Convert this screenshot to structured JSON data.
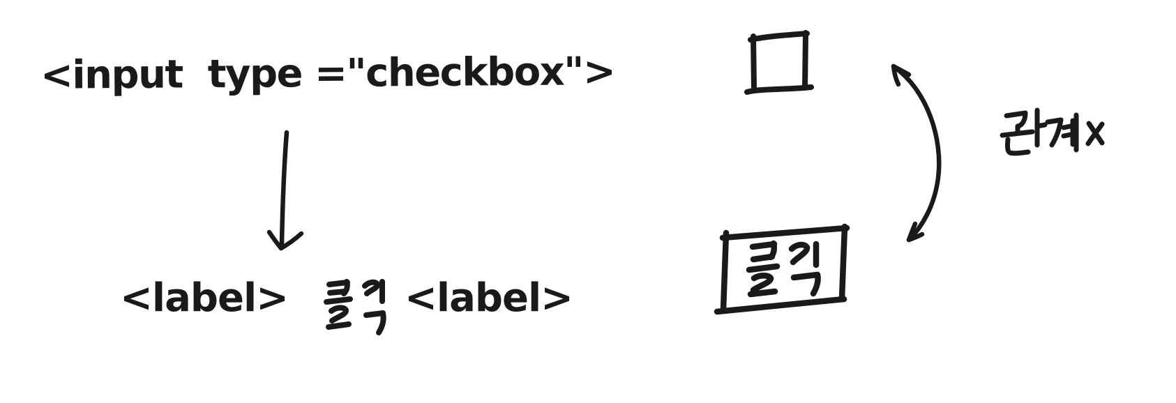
{
  "canvas": {
    "background": "#ffffff",
    "ink": "#1a1a1a"
  },
  "left_diagram": {
    "input_tag_code": "<input  type =\"checkbox\">",
    "down_arrow_icon": "arrow-down",
    "label_tag": {
      "before": "<label>",
      "korean": "클릭",
      "after": "<label>",
      "full_line": "<label> 클릭 <label>"
    }
  },
  "right_diagram": {
    "checkbox_shape": "empty-checkbox-square",
    "relation_arrow_icon": "curved-double-arrow",
    "relation_note": "관계 X",
    "click_box_label": "클 릭"
  }
}
